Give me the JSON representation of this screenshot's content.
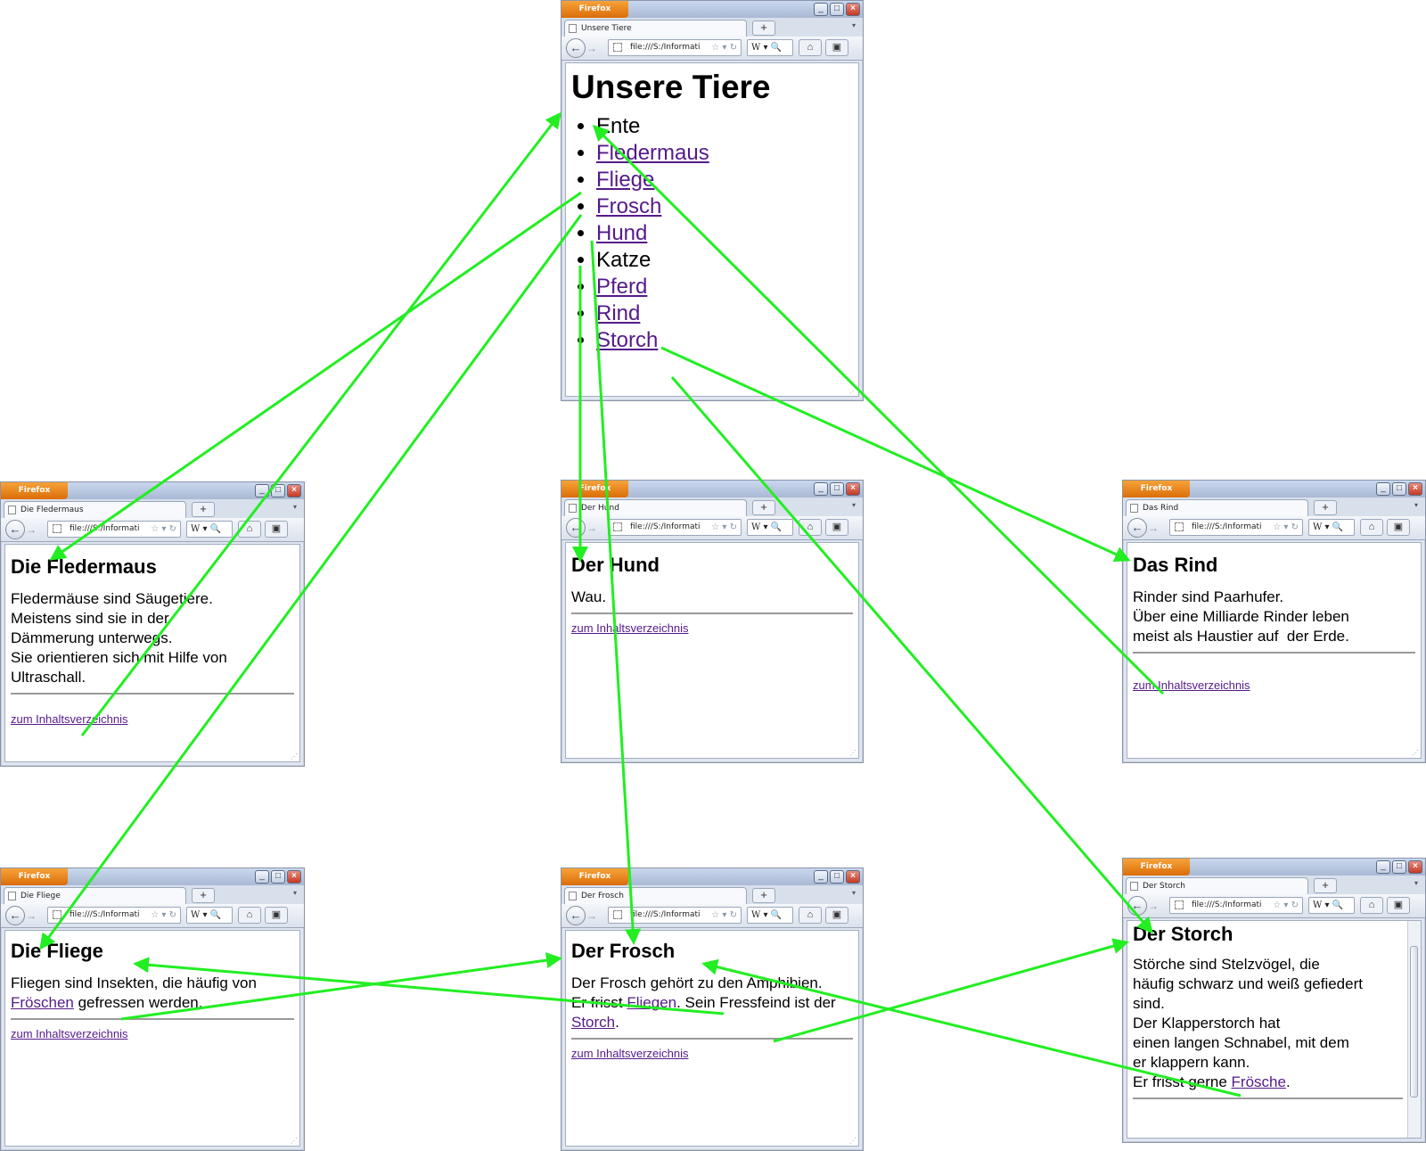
{
  "browser": {
    "menu_button": "Firefox",
    "url": "file:///S:/Informati",
    "search_text": "W",
    "new_tab": "+",
    "controls": [
      "minimize-icon",
      "maximize-icon",
      "close-icon"
    ],
    "accent_color": "#e27a12"
  },
  "windows": {
    "index": {
      "tab_title": "Unsere Tiere",
      "heading": "Unsere Tiere",
      "items": [
        {
          "label": "Ente",
          "linked": false
        },
        {
          "label": "Fledermaus",
          "linked": true
        },
        {
          "label": "Fliege",
          "linked": true
        },
        {
          "label": "Frosch",
          "linked": true
        },
        {
          "label": "Hund",
          "linked": true
        },
        {
          "label": "Katze",
          "linked": false
        },
        {
          "label": "Pferd",
          "linked": true
        },
        {
          "label": "Rind",
          "linked": true
        },
        {
          "label": "Storch",
          "linked": true
        }
      ]
    },
    "fledermaus": {
      "tab_title": "Die Fledermaus",
      "heading": "Die Fledermaus",
      "lines": [
        "Fledermäuse sind Säugetiere.",
        "Meistens sind sie in der",
        "Dämmerung unterwegs.",
        "Sie orientieren sich mit Hilfe von",
        "Ultraschall."
      ],
      "back_link": "zum Inhaltsverzeichnis"
    },
    "hund": {
      "tab_title": "Der Hund",
      "heading": "Der Hund",
      "text": "Wau.",
      "back_link": "zum Inhaltsverzeichnis"
    },
    "rind": {
      "tab_title": "Das Rind",
      "heading": "Das Rind",
      "lines": [
        "Rinder sind Paarhufer.",
        "Über eine Milliarde Rinder leben",
        "meist als Haustier auf  der Erde."
      ],
      "back_link": "zum Inhaltsverzeichnis"
    },
    "fliege": {
      "tab_title": "Die Fliege",
      "heading": "Die Fliege",
      "text_before": "Fliegen sind Insekten, die häufig von ",
      "link": "Fröschen",
      "text_after": " gefressen werden.",
      "back_link": "zum Inhaltsverzeichnis"
    },
    "frosch": {
      "tab_title": "Der Frosch",
      "heading": "Der Frosch",
      "text_1": "Der Frosch gehört zu den Amphibien. Er frisst ",
      "link_1": "Fliegen",
      "text_2": ". Sein Fressfeind ist der ",
      "link_2": "Storch",
      "text_3": ".",
      "back_link": "zum Inhaltsverzeichnis"
    },
    "storch": {
      "tab_title": "Der Storch",
      "heading": "Der Storch",
      "lines": [
        "Störche sind Stelzvögel, die",
        "häufig schwarz und weiß gefiedert",
        "sind.",
        "Der Klapperstorch hat",
        "einen langen Schnabel, mit dem",
        "er klappern kann."
      ],
      "last_before": "Er frisst gerne ",
      "last_link": "Frösche",
      "last_after": "."
    }
  },
  "arrow_color": "#22ee22"
}
